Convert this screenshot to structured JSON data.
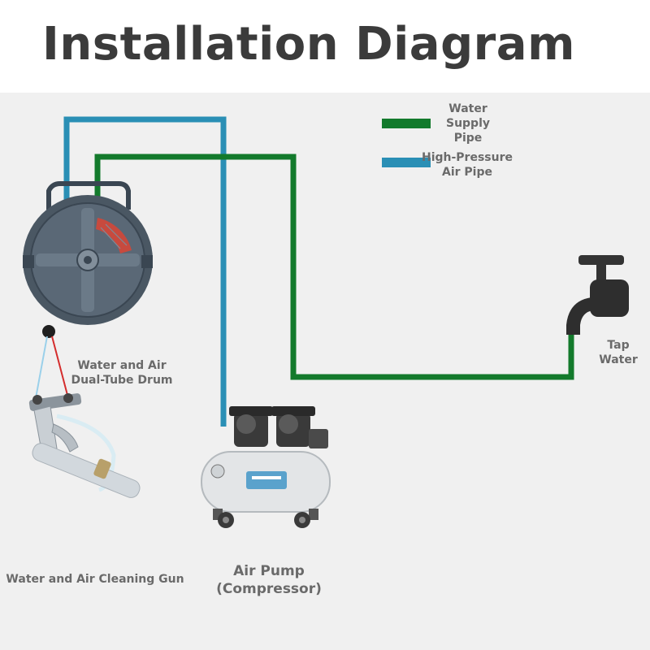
{
  "title": "Installation Diagram",
  "legend": {
    "water_label_lines": [
      "Water",
      "Supply",
      "Pipe"
    ],
    "air_label_lines": [
      "High-Pressure",
      "Air Pipe"
    ]
  },
  "labels": {
    "drum": [
      "Water and Air",
      "Dual-Tube Drum"
    ],
    "tap": [
      "Tap",
      "Water"
    ],
    "pump": [
      "Air Pump",
      "(Compressor)"
    ],
    "gun": "Water and Air Cleaning Gun"
  },
  "colors": {
    "water_pipe": "#137a2c",
    "air_pipe": "#2a8fb5",
    "text": "#6a6a6a",
    "title": "#3b3b3b"
  }
}
